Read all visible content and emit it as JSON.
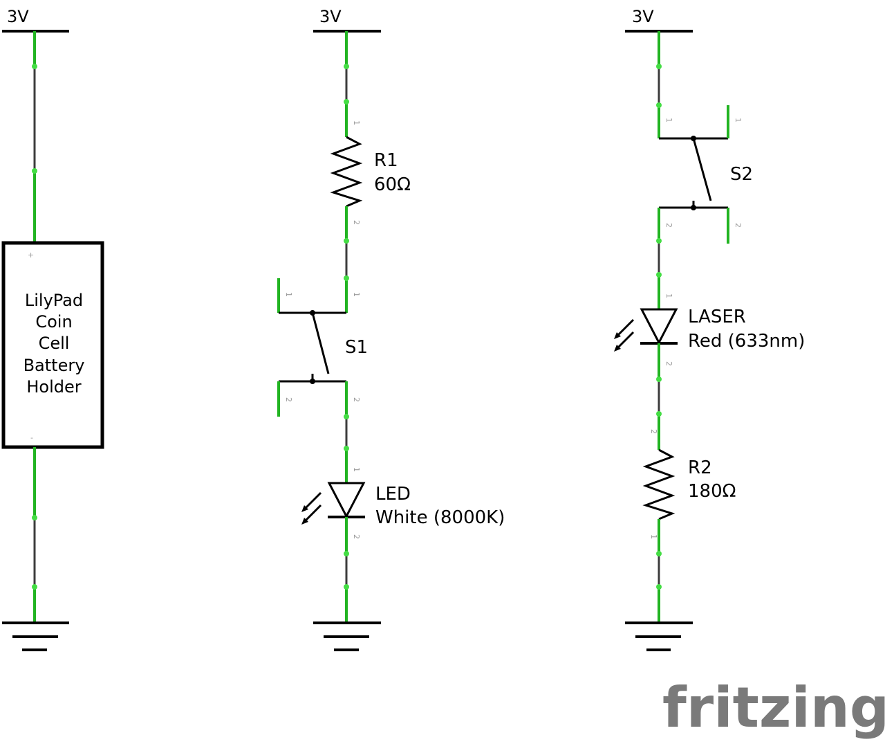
{
  "colors": {
    "wire": "#3c3c3c",
    "pin": "#22b422",
    "node": "#44dd44",
    "ink": "#000000",
    "pin_label": "#9a9a9a",
    "logo": "#7a7a7a"
  },
  "rails": {
    "supply_left": "3V",
    "supply_middle": "3V",
    "supply_right": "3V"
  },
  "battery": {
    "line1": "LilyPad",
    "line2": "Coin",
    "line3": "Cell",
    "line4": "Battery",
    "line5": "Holder",
    "plus": "+",
    "minus": "-"
  },
  "r1": {
    "name": "R1",
    "value": "60Ω",
    "pin_a": "1",
    "pin_b": "2"
  },
  "s1": {
    "name": "S1",
    "pin_tl": "1",
    "pin_tr": "1",
    "pin_bl": "2",
    "pin_br": "2"
  },
  "led": {
    "name": "LED",
    "value": "White (8000K)",
    "pin_a": "1",
    "pin_b": "2"
  },
  "s2": {
    "name": "S2",
    "pin_tl": "1",
    "pin_tr": "1",
    "pin_bl": "2",
    "pin_br": "2"
  },
  "laser": {
    "name": "LASER",
    "value": "Red (633nm)",
    "pin_a": "1",
    "pin_b": "2"
  },
  "r2": {
    "name": "R2",
    "value": "180Ω",
    "pin_a": "2",
    "pin_b": "1"
  },
  "watermark": "fritzing"
}
